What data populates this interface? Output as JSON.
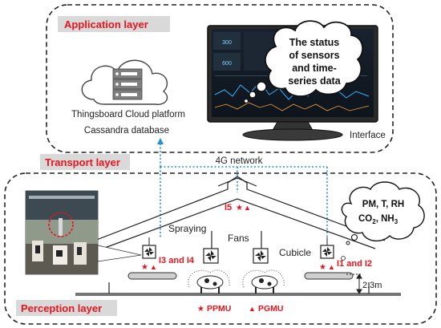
{
  "application": {
    "title": "Application  layer",
    "cloud_line1": "Thingsboard Cloud platform",
    "cloud_line2": "Cassandra database",
    "interface_label": "Interface",
    "bubble_lines": [
      "The status",
      "of sensors",
      "and time-",
      "series data"
    ],
    "screen_values": [
      "300",
      "600"
    ]
  },
  "transport": {
    "title": "Transport layer",
    "network_label": "4G network"
  },
  "perception": {
    "title": "Perception layer",
    "gas_bubble": {
      "line1": "PM, T, RH",
      "line2_co2": "CO",
      "line2_nh3": ", NH",
      "subscript": "2",
      "subscript3": "3"
    },
    "labels": {
      "spraying": "Spraying",
      "fans": "Fans",
      "cubicle": "Cubicle",
      "i5": "I5",
      "i3_i4": "I3 and I4",
      "i1_i2": "I1 and I2",
      "height": "2.3m"
    },
    "legend": [
      {
        "symbol": "★",
        "label": "PPMU"
      },
      {
        "symbol": "▲",
        "label": "PGMU"
      }
    ]
  },
  "colors": {
    "accent_red": "#e8141c",
    "network_blue": "#1f8fd6",
    "layer_label_bg": "#d9d9d9",
    "layer_label_text": "#e8141c"
  },
  "icons": [
    "cloud-server-icon",
    "monitor-icon",
    "fan-icon",
    "cow-icon",
    "photo-inset"
  ]
}
